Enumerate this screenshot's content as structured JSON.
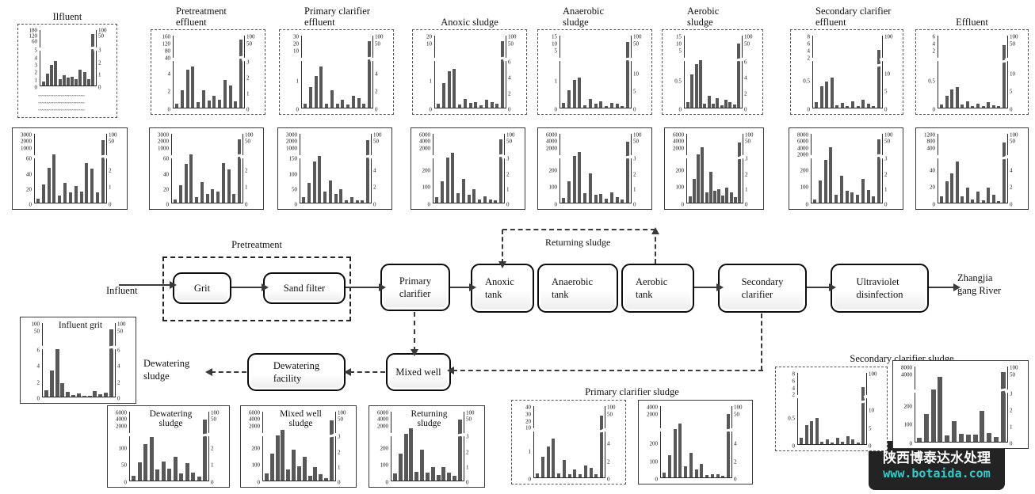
{
  "figure": {
    "labels": {
      "influent": "Influent",
      "pretreatment": "Pretreatment",
      "returning": "Returning sludge",
      "river": "Zhangjia\ngang River",
      "dewatering_out": "Dewatering\nsludge",
      "primary_sludge_group": "Primary clarifier sludge",
      "secondary_sludge_group": "Secondary clarifier sludge"
    },
    "boxes": [
      {
        "id": "grit",
        "label": "Grit"
      },
      {
        "id": "sand-filter",
        "label": "Sand filter"
      },
      {
        "id": "primary-clarifier",
        "label": "Primary\nclarifier"
      },
      {
        "id": "anoxic-tank",
        "label": "Anoxic\ntank"
      },
      {
        "id": "anaerobic-tank",
        "label": "Anaerobic\ntank"
      },
      {
        "id": "aerobic-tank",
        "label": "Aerobic\ntank"
      },
      {
        "id": "secondary-clarifier",
        "label": "Secondary\nclarifier"
      },
      {
        "id": "ultraviolet-disinfection",
        "label": "Ultraviolet\ndisinfection"
      },
      {
        "id": "mixed-well",
        "label": "Mixed well"
      },
      {
        "id": "dewatering-facility",
        "label": "Dewatering\nfacility"
      }
    ]
  },
  "watermark": {
    "line1": "陕西博泰达水处理",
    "line2": "www.botaida.com",
    "bg_color": "#181818",
    "url_color": "#2cc9c9"
  },
  "bar_color": "#585858",
  "x_tick_placeholder": "~~~~~~~~~~~~~~~~~~~~~~~~~~",
  "chart_data": [
    {
      "id": "inf_t",
      "type": "bar",
      "title": "Ilfluent",
      "left_upper": [
        "180",
        "120",
        "60"
      ],
      "left_lower": [
        "5",
        "4",
        "3",
        "2",
        "1",
        "0"
      ],
      "right_upper": [
        "100",
        "50"
      ],
      "right_lower": [
        "3",
        "2",
        "1",
        "0"
      ],
      "bars": [
        7,
        21,
        37,
        44,
        11,
        19,
        14,
        16,
        12,
        29,
        24,
        11,
        93
      ],
      "x_labels_illegible": true
    },
    {
      "id": "pre_t",
      "type": "bar",
      "title": "Pretreatment\neffluent",
      "left_upper": [
        "160",
        "120",
        "80",
        "40"
      ],
      "left_lower": [
        "4",
        "2",
        "0"
      ],
      "right_upper": [
        "100",
        "50"
      ],
      "right_lower": [
        "3",
        "2",
        "1",
        "0"
      ],
      "bars": [
        5,
        24,
        53,
        57,
        8,
        24,
        10,
        16,
        11,
        38,
        31,
        9,
        94
      ]
    },
    {
      "id": "pce_t",
      "type": "bar",
      "title": "Primary clarifier\neffluent",
      "left_upper": [
        "30",
        "20",
        "10"
      ],
      "left_lower": [
        "1",
        "0"
      ],
      "right_upper": [
        "100",
        "50"
      ],
      "right_lower": [
        "4",
        "2",
        "0"
      ],
      "bars": [
        6,
        29,
        44,
        57,
        6,
        24,
        6,
        11,
        4,
        17,
        13,
        5,
        92
      ]
    },
    {
      "id": "anx_t",
      "type": "bar",
      "title": "Anoxic sludge",
      "left_upper": [
        "20",
        "10"
      ],
      "left_lower": [
        "1",
        "0"
      ],
      "right_upper": [
        "100",
        "50"
      ],
      "right_lower": [
        "6",
        "4",
        "2",
        "0"
      ],
      "bars": [
        6,
        34,
        51,
        54,
        4,
        12,
        7,
        8,
        3,
        11,
        8,
        6,
        92
      ]
    },
    {
      "id": "ana_t",
      "type": "bar",
      "title": "Anaerobic\nsludge",
      "left_upper": [
        "15",
        "10",
        "5"
      ],
      "left_lower": [
        "1",
        "0"
      ],
      "right_upper": [
        "100",
        "50"
      ],
      "right_lower": [
        "10",
        "5",
        "0"
      ],
      "bars": [
        7,
        24,
        39,
        42,
        3,
        12,
        6,
        9,
        2,
        7,
        6,
        2,
        91
      ]
    },
    {
      "id": "aer_t",
      "type": "bar",
      "title": "Aerobic\nsludge",
      "left_upper": [
        "15",
        "10",
        "5"
      ],
      "left_lower": [
        "0.5",
        "0"
      ],
      "right_upper": [
        "100",
        "50"
      ],
      "right_lower": [
        "6",
        "4",
        "2",
        "0"
      ],
      "bars": [
        8,
        46,
        60,
        66,
        6,
        17,
        6,
        13,
        3,
        11,
        8,
        4,
        89
      ]
    },
    {
      "id": "sce_t",
      "type": "bar",
      "title": "Secondary clarifier\neffluent",
      "left_upper": [
        "8",
        "6",
        "4",
        "2"
      ],
      "left_lower": [
        "0.5",
        "0"
      ],
      "right_upper": [
        "100"
      ],
      "right_lower": [
        "10",
        "5",
        "0"
      ],
      "bars": [
        8,
        30,
        36,
        42,
        3,
        7,
        2,
        9,
        2,
        11,
        6,
        2,
        80
      ]
    },
    {
      "id": "eff_t",
      "type": "bar",
      "title": "Effluent",
      "left_upper": [
        "6",
        "4",
        "2"
      ],
      "left_lower": [
        "0.5",
        "0"
      ],
      "right_upper": [
        "100",
        "50"
      ],
      "right_lower": [
        "10",
        "5",
        "0"
      ],
      "bars": [
        4,
        17,
        25,
        29,
        4,
        9,
        2,
        6,
        2,
        8,
        3,
        2,
        87
      ]
    },
    {
      "id": "inf_b",
      "type": "bar",
      "left_upper": [
        "3000",
        "2000",
        "1000"
      ],
      "left_lower": [
        "60",
        "40",
        "20",
        "0"
      ],
      "right_upper": [
        "100",
        "50"
      ],
      "right_lower": [
        "2",
        "1",
        "0"
      ],
      "bars": [
        6,
        27,
        51,
        70,
        10,
        29,
        15,
        24,
        16,
        58,
        49,
        15,
        91
      ]
    },
    {
      "id": "pre_b",
      "type": "bar",
      "left_upper": [
        "3000",
        "2000",
        "1000"
      ],
      "left_lower": [
        "60",
        "40",
        "20",
        "0"
      ],
      "right_upper": [
        "100",
        "50"
      ],
      "right_lower": [
        "2",
        "1",
        "0"
      ],
      "bars": [
        5,
        25,
        56,
        70,
        8,
        30,
        13,
        20,
        16,
        57,
        48,
        13,
        92
      ]
    },
    {
      "id": "pce_b",
      "type": "bar",
      "left_upper": [
        "3000",
        "2000",
        "1000"
      ],
      "left_lower": [
        "150",
        "100",
        "50",
        "0"
      ],
      "right_upper": [
        "100",
        "50"
      ],
      "right_lower": [
        "4",
        "2",
        "0"
      ],
      "bars": [
        8,
        29,
        60,
        68,
        16,
        32,
        13,
        19,
        4,
        8,
        3,
        3,
        91
      ]
    },
    {
      "id": "anx_b",
      "type": "bar",
      "left_upper": [
        "6000",
        "4000",
        "2000"
      ],
      "left_lower": [
        "200",
        "100",
        "0"
      ],
      "right_upper": [
        "100",
        "50"
      ],
      "right_lower": [
        "3",
        "2",
        "1",
        "0"
      ],
      "bars": [
        8,
        31,
        66,
        72,
        14,
        35,
        12,
        20,
        5,
        9,
        5,
        3,
        92
      ]
    },
    {
      "id": "ana_b",
      "type": "bar",
      "left_upper": [
        "6000",
        "4000",
        "2000"
      ],
      "left_lower": [
        "200",
        "100",
        "0"
      ],
      "right_upper": [
        "100",
        "50"
      ],
      "right_lower": [
        "3",
        "2",
        "1",
        "0"
      ],
      "bars": [
        7,
        31,
        68,
        74,
        14,
        43,
        12,
        13,
        6,
        15,
        8,
        5,
        89
      ]
    },
    {
      "id": "aer_b",
      "type": "bar",
      "left_upper": [
        "6000",
        "4000",
        "2000"
      ],
      "left_lower": [
        "200",
        "100",
        "0"
      ],
      "right_upper": [
        "100",
        "50"
      ],
      "right_lower": [
        "3",
        "2",
        "1",
        "0"
      ],
      "bars": [
        9,
        35,
        70,
        80,
        15,
        45,
        17,
        19,
        10,
        22,
        15,
        8,
        87
      ]
    },
    {
      "id": "sce_b",
      "type": "bar",
      "left_upper": [
        "8000",
        "6000",
        "4000",
        "2000"
      ],
      "left_lower": [
        "200",
        "100",
        "0"
      ],
      "right_upper": [
        "100",
        "50"
      ],
      "right_lower": [
        "3",
        "2",
        "1",
        "0"
      ],
      "bars": [
        5,
        32,
        62,
        80,
        12,
        39,
        17,
        15,
        11,
        35,
        18,
        9,
        92
      ]
    },
    {
      "id": "eff_b",
      "type": "bar",
      "left_upper": [
        "1200",
        "800",
        "400"
      ],
      "left_lower": [
        "40",
        "20",
        "0"
      ],
      "right_upper": [
        "100",
        "50"
      ],
      "right_lower": [
        "4",
        "2",
        "0"
      ],
      "bars": [
        9,
        31,
        43,
        60,
        9,
        22,
        5,
        16,
        3,
        22,
        11,
        2,
        87
      ]
    },
    {
      "id": "grit_c",
      "type": "bar",
      "title": "Influent grit",
      "left_upper": [
        "100",
        "50"
      ],
      "left_lower": [
        "6",
        "4",
        "2",
        "0"
      ],
      "right_upper": [
        "100",
        "50"
      ],
      "right_lower": [
        "6",
        "4",
        "2",
        "0"
      ],
      "bars": [
        9,
        35,
        64,
        18,
        6,
        2,
        4,
        1,
        1,
        8,
        3,
        5,
        91
      ]
    },
    {
      "id": "dew_c",
      "type": "bar",
      "title": "Dewatering\nsludge",
      "left_upper": [
        "6000",
        "4000",
        "2000"
      ],
      "left_lower": [
        "100",
        "50",
        "0"
      ],
      "right_upper": [
        "100",
        "50"
      ],
      "right_lower": [
        "2",
        "1",
        "0"
      ],
      "bars": [
        7,
        27,
        53,
        63,
        16,
        28,
        17,
        34,
        10,
        25,
        12,
        6,
        89
      ]
    },
    {
      "id": "mix_c",
      "type": "bar",
      "title": "Mixed well\nsludge",
      "left_upper": [
        "6000",
        "4000",
        "2000"
      ],
      "left_lower": [
        "200",
        "100",
        "0"
      ],
      "right_upper": [
        "100",
        "50"
      ],
      "right_lower": [
        "3",
        "2",
        "1",
        "0"
      ],
      "bars": [
        10,
        39,
        66,
        74,
        16,
        45,
        21,
        34,
        7,
        20,
        9,
        3,
        87
      ]
    },
    {
      "id": "ret_c",
      "type": "bar",
      "title": "Returning\nsludge",
      "left_upper": [
        "6000",
        "4000",
        "2000"
      ],
      "left_lower": [
        "200",
        "100",
        "0"
      ],
      "right_upper": [
        "100",
        "50"
      ],
      "right_lower": [
        "3",
        "2",
        "1",
        "0"
      ],
      "bars": [
        10,
        39,
        68,
        76,
        13,
        45,
        12,
        19,
        8,
        19,
        11,
        7,
        89
      ]
    },
    {
      "id": "pcs_a",
      "type": "bar",
      "left_upper": [
        "40",
        "30",
        "20",
        "10"
      ],
      "left_lower": [
        "1",
        "0"
      ],
      "right_upper": [
        "100",
        "50"
      ],
      "right_lower": [
        "4",
        "2",
        "0"
      ],
      "bars": [
        6,
        29,
        43,
        55,
        6,
        24,
        5,
        11,
        4,
        17,
        13,
        5,
        87
      ]
    },
    {
      "id": "pcs_b",
      "type": "bar",
      "left_upper": [
        "4000",
        "2000"
      ],
      "left_lower": [
        "200",
        "100",
        "0"
      ],
      "right_upper": [
        "100",
        "50"
      ],
      "right_lower": [
        "4",
        "2",
        "0"
      ],
      "bars": [
        7,
        31,
        68,
        76,
        16,
        34,
        11,
        19,
        3,
        5,
        4,
        2,
        89
      ]
    },
    {
      "id": "scs_a",
      "type": "bar",
      "left_upper": [
        "8",
        "6",
        "4",
        "2"
      ],
      "left_lower": [
        "0.5",
        "0"
      ],
      "right_upper": [
        "100"
      ],
      "right_lower": [
        "10",
        "5",
        "0"
      ],
      "bars": [
        9,
        27,
        32,
        37,
        3,
        7,
        2,
        9,
        3,
        11,
        7,
        2,
        80
      ]
    },
    {
      "id": "scs_b",
      "type": "bar",
      "left_upper": [
        "8000",
        "4000"
      ],
      "left_lower": [
        "200",
        "100",
        "0"
      ],
      "right_upper": [
        "100",
        "50"
      ],
      "right_lower": [
        "3",
        "2",
        "1",
        "0"
      ],
      "bars": [
        5,
        37,
        70,
        86,
        8,
        27,
        11,
        10,
        9,
        41,
        12,
        6,
        93
      ]
    }
  ]
}
